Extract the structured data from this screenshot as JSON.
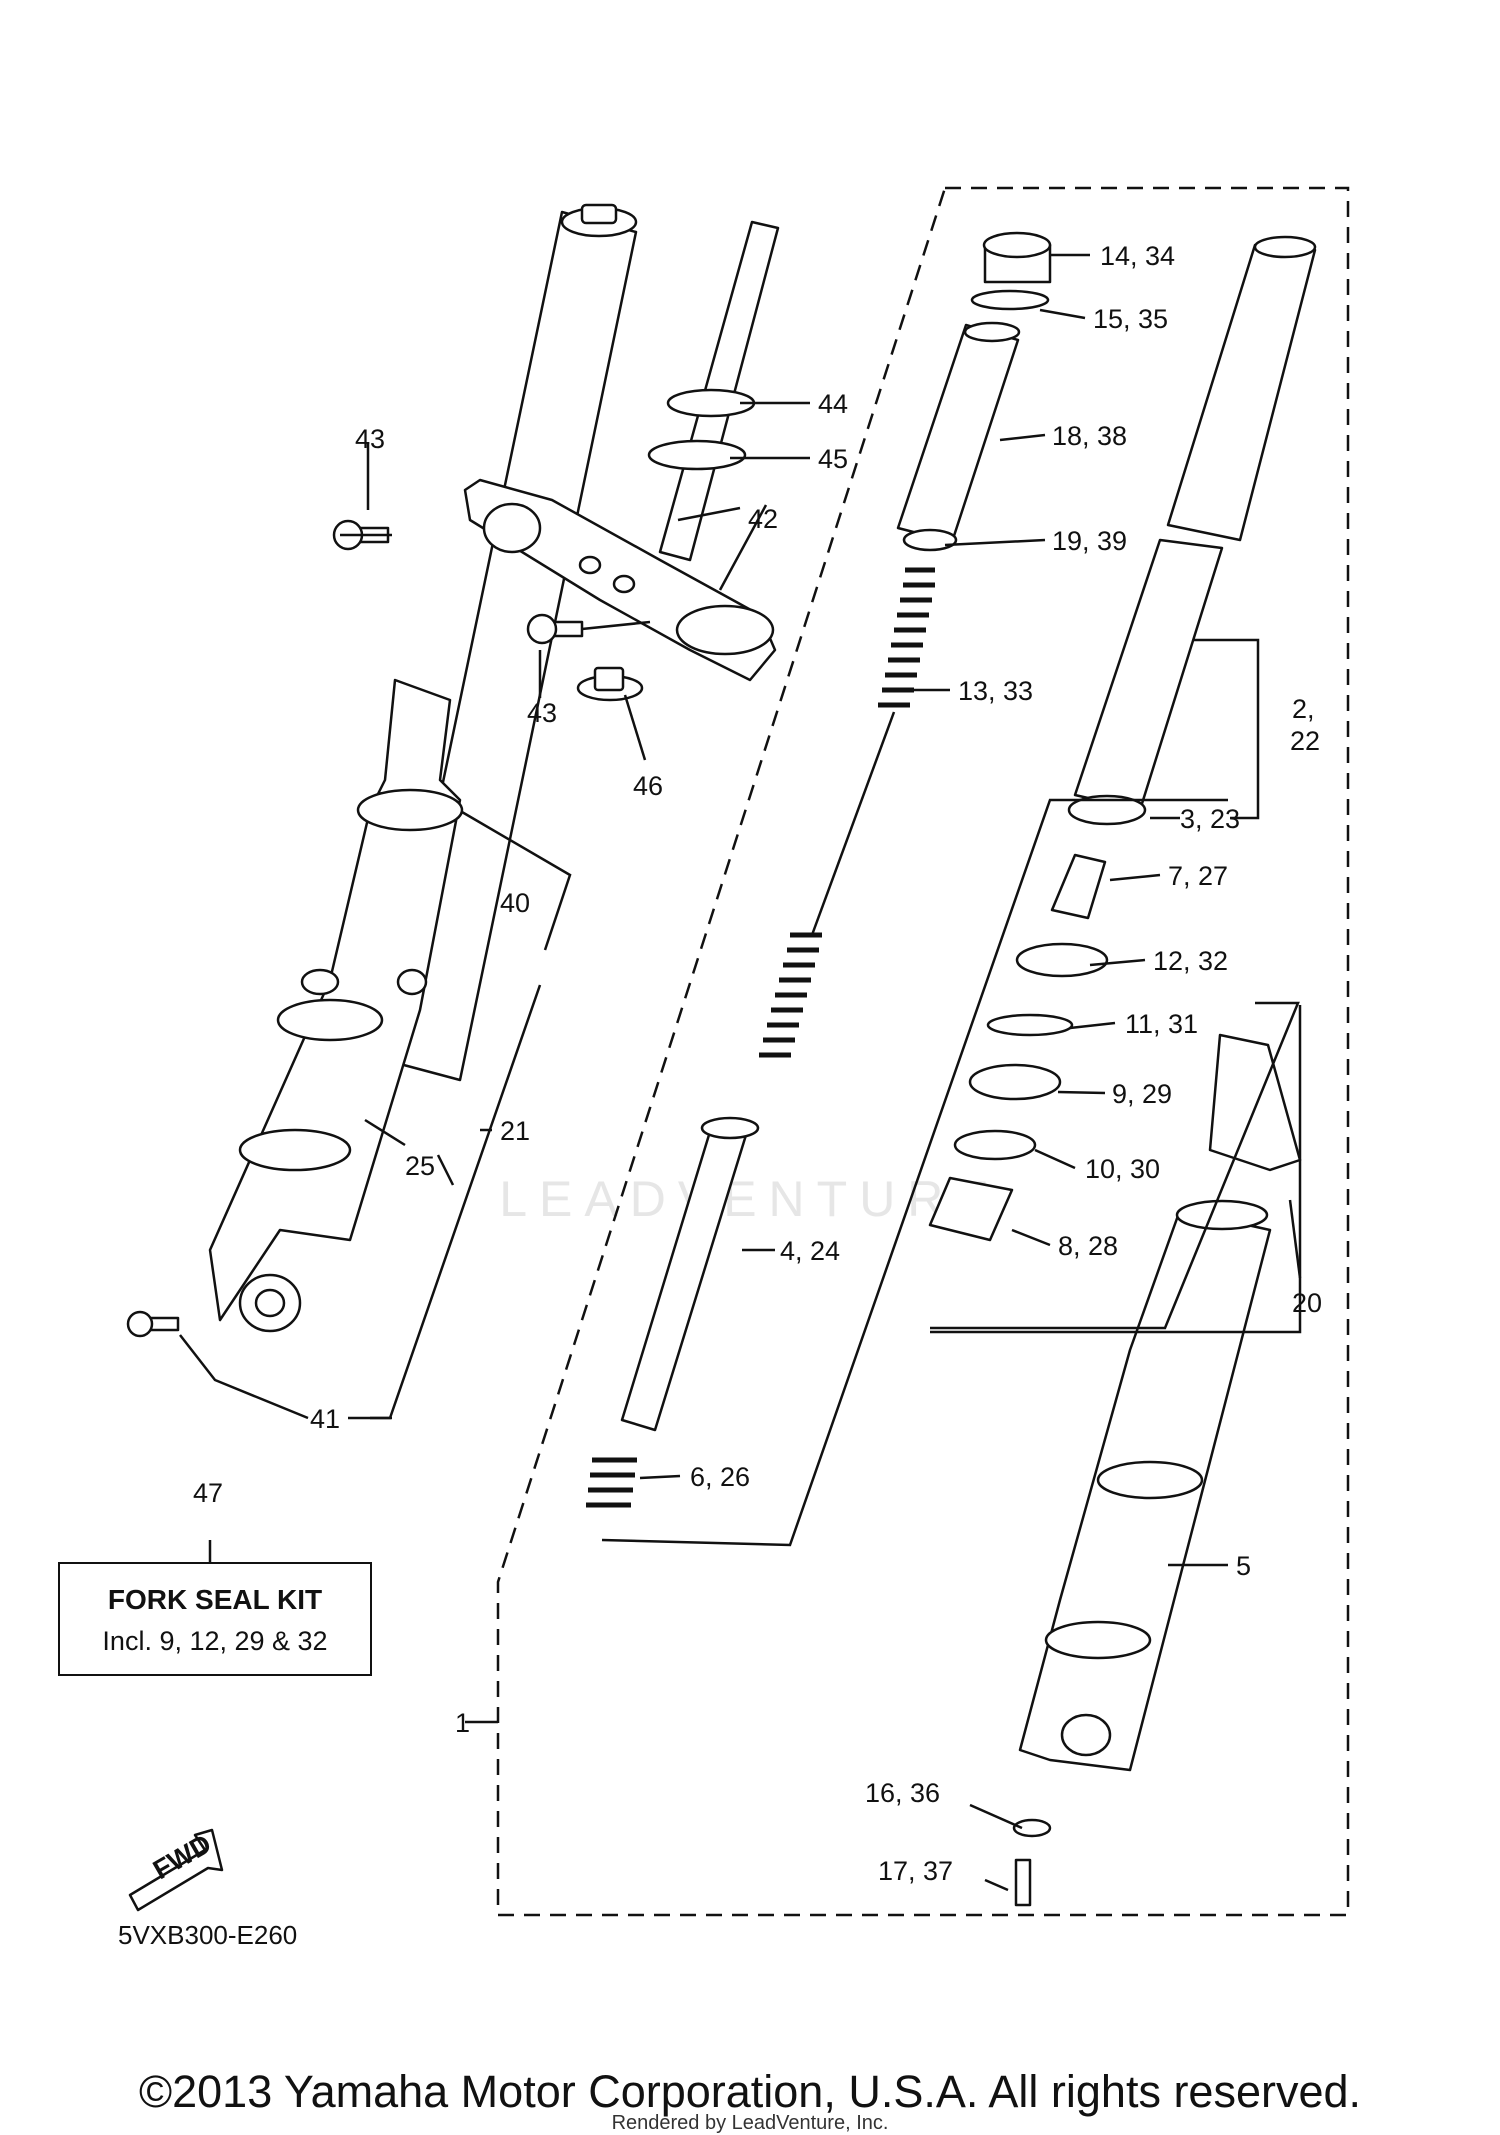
{
  "diagram": {
    "code": "5VXB300-E260",
    "copyright": "©2013 Yamaha Motor Corporation, U.S.A. All rights reserved.",
    "rendered_by": "Rendered by LeadVenture, Inc.",
    "watermark": "LEADVENTURE",
    "fwd_label": "FWD"
  },
  "kit": {
    "number": "47",
    "title": "FORK SEAL KIT",
    "includes": "Incl. 9, 12, 29 & 32"
  },
  "callouts": {
    "c1": "1",
    "c2_22_a": "2,",
    "c2_22_b": "22",
    "c3_23": "3, 23",
    "c4_24": "4, 24",
    "c5": "5",
    "c6_26": "6, 26",
    "c7_27": "7, 27",
    "c8_28": "8, 28",
    "c9_29": "9, 29",
    "c10_30": "10, 30",
    "c11_31": "11, 31",
    "c12_32": "12, 32",
    "c13_33": "13, 33",
    "c14_34": "14, 34",
    "c15_35": "15, 35",
    "c16_36": "16, 36",
    "c17_37": "17, 37",
    "c18_38": "18, 38",
    "c19_39": "19, 39",
    "c20": "20",
    "c21": "21",
    "c25": "25",
    "c40": "40",
    "c41": "41",
    "c42": "42",
    "c43_top": "43",
    "c43_bottom": "43",
    "c44": "44",
    "c45": "45",
    "c46": "46"
  }
}
